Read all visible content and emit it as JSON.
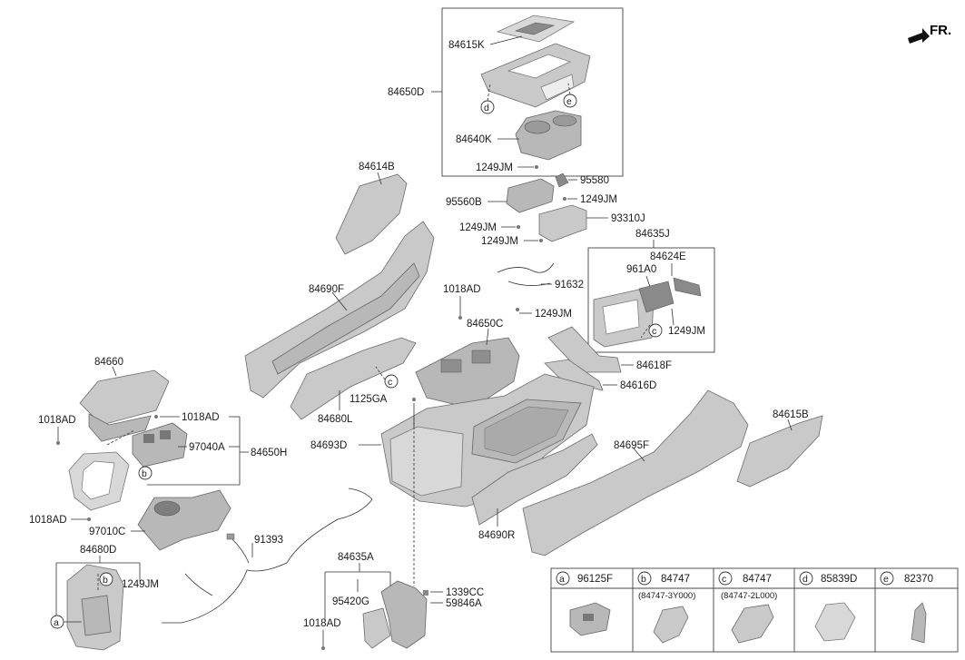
{
  "header": {
    "direction": "FR."
  },
  "labels": {
    "p84650D": "84650D",
    "p84615K": "84615K",
    "p84640K": "84640K",
    "p1249JM_top": "1249JM",
    "p84614B": "84614B",
    "p95580": "95580",
    "p95560B": "95560B",
    "p1249JM_a": "1249JM",
    "p1249JM_b": "1249JM",
    "p93310J": "93310J",
    "p1249JM_c": "1249JM",
    "p84635J": "84635J",
    "p84624E": "84624E",
    "p961A0": "961A0",
    "p1249JM_d": "1249JM",
    "p84690F": "84690F",
    "p1018AD_mid": "1018AD",
    "p91632": "91632",
    "p84650C": "84650C",
    "p1249JM_e": "1249JM",
    "p84618F": "84618F",
    "p84616D": "84616D",
    "p84660": "84660",
    "p1018AD_l1": "1018AD",
    "p1018AD_l2": "1018AD",
    "p97040A": "97040A",
    "p84650H": "84650H",
    "p1125GA": "1125GA",
    "p84680L": "84680L",
    "p84693D": "84693D",
    "p84695F": "84695F",
    "p84615B": "84615B",
    "p1018AD_l3": "1018AD",
    "p97010C": "97010C",
    "p84690R": "84690R",
    "p91393": "91393",
    "p84680D": "84680D",
    "p1249JM_f": "1249JM",
    "p84635A": "84635A",
    "p95420G": "95420G",
    "p1339CC": "1339CC",
    "p59846A": "59846A",
    "p1018AD_bot": "1018AD"
  },
  "callouts": {
    "a": "a",
    "b": "b",
    "c": "c",
    "d": "d",
    "e": "e"
  },
  "legend": [
    {
      "letter": "a",
      "part": "96125F",
      "sub": ""
    },
    {
      "letter": "b",
      "part": "84747",
      "sub": "(84747-3Y000)"
    },
    {
      "letter": "c",
      "part": "84747",
      "sub": "(84747-2L000)"
    },
    {
      "letter": "d",
      "part": "85839D",
      "sub": ""
    },
    {
      "letter": "e",
      "part": "82370",
      "sub": ""
    }
  ]
}
